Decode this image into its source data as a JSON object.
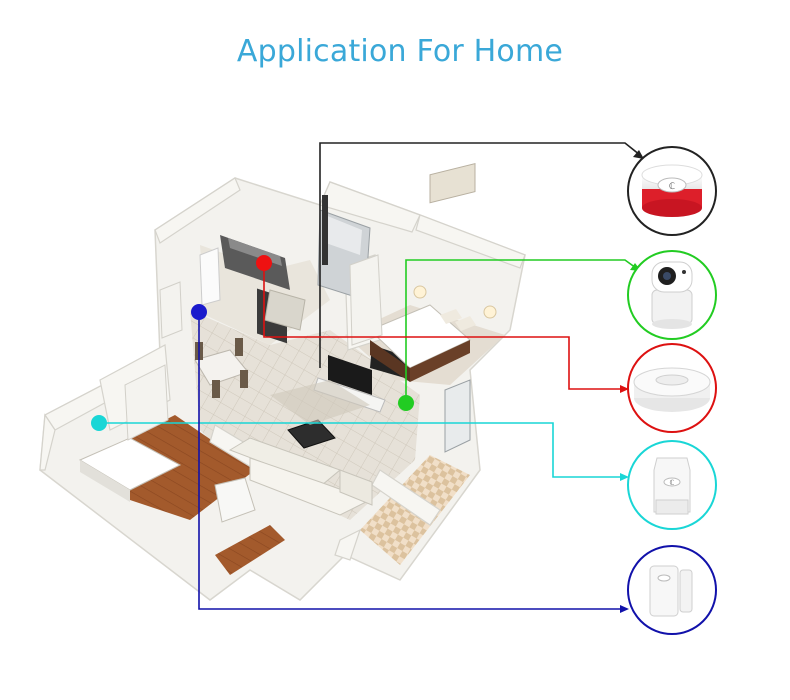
{
  "title": "Application For Home",
  "colors": {
    "title": "#3aa8d8",
    "siren": "#222222",
    "camera": "#22cc22",
    "smoke": "#dd1111",
    "pir": "#19d6d6",
    "door": "#1111aa",
    "floor_wood": "#a35a2c",
    "wall": "#efeee9"
  },
  "devices": [
    {
      "id": "siren",
      "icon": "siren-alarm-icon",
      "color": "#222222"
    },
    {
      "id": "camera",
      "icon": "ip-camera-icon",
      "color": "#22cc22"
    },
    {
      "id": "smoke",
      "icon": "smoke-detector-icon",
      "color": "#dd1111"
    },
    {
      "id": "pir",
      "icon": "pir-motion-sensor-icon",
      "color": "#19d6d6"
    },
    {
      "id": "door",
      "icon": "door-sensor-icon",
      "color": "#1111aa"
    }
  ]
}
